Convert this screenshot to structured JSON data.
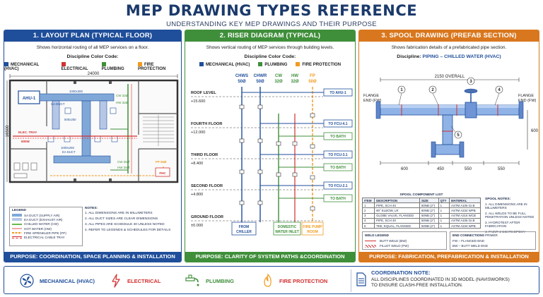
{
  "header": {
    "title": "MEP DRAWING TYPES REFERENCE",
    "subtitle": "UNDERSTANDING KEY MEP DRAWINGS AND THEIR PURPOSE"
  },
  "colors": {
    "mechanical": "#1f4e9a",
    "electrical": "#d32f2f",
    "plumbing": "#3f8f3a",
    "fire": "#f39a1e",
    "supply_duct": "#7fa8d9",
    "exhaust_duct": "#b6c7e6",
    "chilled_water": "#6bb84f",
    "hot_water": "#f3c6c6"
  },
  "layout_plan": {
    "heading": "1. LAYOUT PLAN (TYPICAL FLOOR)",
    "description": "Shows horizontal routing of all MEP services on a floor.",
    "color_code_title": "Discipline Color Code:",
    "color_code": [
      "MECHANICAL (HVAC)",
      "ELECTRICAL",
      "PLUMBING",
      "FIRE PROTECTION"
    ],
    "dim_width": "24000",
    "dim_height": "16500",
    "labels": {
      "ahu": "AHU-1",
      "sa_duct": "SA DUCT",
      "sa_duct_size1": "1000x300",
      "sa_duct_size2": "500x250",
      "sa_duct_size3": "1000x250",
      "ea_duct": "EA DUCT",
      "cw32": "CW 32Ø",
      "hw32": "HW 32Ø",
      "cw25": "CW 25Ø",
      "hw25": "HW 25Ø",
      "elec_tray": "ELEC. TRAY",
      "tray_size": "600W",
      "fp": "FP 25Ø",
      "fhc": "FHC"
    },
    "legend_title": "LEGEND",
    "legend": [
      "SA DUCT (SUPPLY AIR)",
      "EA DUCT (EXHAUST AIR)",
      "CHILLED WATER (CW)",
      "HOT WATER (HW)",
      "FIRE SPRINKLER PIPE (FP)",
      "ELECTRICAL CABLE TRAY"
    ],
    "notes_title": "NOTES:",
    "notes": [
      "1.  ALL DIMENSIONS ARE IN MILLIMETERS",
      "2.  ALL DUCT SIZES ARE CLEAR DIMENSIONS",
      "3.  ALL PIPES ARE SCHEDULE 40 UNLESS NOTED",
      "4.  REFER TO LEGENDS & SCHEDULES FOR DETAILS"
    ],
    "purpose": "PURPOSE: COORDINATION, SPACE PLANNING & INSTALLATION ROUTING"
  },
  "riser": {
    "heading": "2. RISER DIAGRAM (TYPICAL)",
    "description": "Shows vertical routing of MEP services through building levels.",
    "color_code_title": "Discipline Color Code:",
    "color_code": [
      "MECHANICAL (HVAC)",
      "PLUMBING",
      "FIRE PROTECTION"
    ],
    "pipes": [
      {
        "name": "CHWS",
        "size": "50Ø"
      },
      {
        "name": "CHWR",
        "size": "50Ø"
      },
      {
        "name": "CW",
        "size": "32Ø"
      },
      {
        "name": "HW",
        "size": "32Ø"
      },
      {
        "name": "FP",
        "size": "50Ø"
      }
    ],
    "levels": [
      {
        "name": "ROOF LEVEL",
        "elev": "+15.600"
      },
      {
        "name": "FOURTH FLOOR",
        "elev": "+12.000"
      },
      {
        "name": "THIRD FLOOR",
        "elev": "+8.400"
      },
      {
        "name": "SECOND FLOOR",
        "elev": "+4.800"
      },
      {
        "name": "GROUND FLOOR",
        "elev": "±0.000"
      }
    ],
    "targets": [
      "TO AHU-1",
      "TO FCU-4.1",
      "TO BATH",
      "TO FCU-3.1",
      "TO BATH",
      "TO FCU-2.1",
      "TO BATH"
    ],
    "sources": [
      {
        "line1": "FROM",
        "line2": "CHILLER"
      },
      {
        "line1": "DOMESTIC",
        "line2": "WATER INLET"
      },
      {
        "line1": "FIRE PUMP",
        "line2": "ROOM"
      }
    ],
    "purpose": "PURPOSE: CLARITY OF SYSTEM PATHS &COORDINATION ACROSS LEVELS"
  },
  "spool": {
    "heading": "3. SPOOL DRAWING (PREFAB SECTION)",
    "description": "Shows fabrication details of a prefabricated pipe section.",
    "discipline_label": "Discipline:",
    "discipline_value": "PIPING – CHILLED WATER (HVAC)",
    "overall": "2150 OVERALL",
    "flange_left": [
      "FLANGE",
      "END (FW)"
    ],
    "flange_right": [
      "FLANGE",
      "END (FW)"
    ],
    "dims": [
      "600",
      "450",
      "550",
      "550"
    ],
    "rise": "600",
    "callouts": [
      "1",
      "2",
      "3",
      "4",
      "5"
    ],
    "table_title": "SPOOL COMPONENT LIST",
    "table_headers": [
      "ITEM",
      "DESCRIPTION",
      "SIZE",
      "QTY",
      "MATERIAL"
    ],
    "table_rows": [
      [
        "1",
        "PIPE, SCH 40",
        "50NB (2\")",
        "1",
        "ASTM A106 Gr.B"
      ],
      [
        "2",
        "90° ELBOW, LR",
        "50NB (2\")",
        "1",
        "ASTM A234 WPB"
      ],
      [
        "3",
        "GLOBE VALVE, FLANGED",
        "50NB (2\")",
        "1",
        "ASTM A216 WCB"
      ],
      [
        "4",
        "PIPE, SCH 40",
        "50NB (2\")",
        "1",
        "ASTM A106 Gr.B"
      ],
      [
        "5",
        "TEE, EQUAL, FLANGED",
        "50NB (2\")",
        "1",
        "ASTM A234 WPB"
      ]
    ],
    "notes_title": "SPOOL NOTES:",
    "notes": [
      "1.  ALL DIMENSIONS ARE IN MILLIMETERS",
      "2.  ALL WELDS TO BE FULL PENETRATION UNLESS NOTED",
      "3.  HYDROTEST AFTER FABRICATION",
      "4.  PAINT: 2 COATS EPOXY PRIMER"
    ],
    "weld_title": "WELD LEGEND",
    "weld_items": [
      "BUTT WELD (BW)",
      "FILLET WELD (FW)"
    ],
    "end_title": "END CONNECTIONS",
    "end_items": [
      "FW – FLANGED END",
      "BW – BUTT WELD END"
    ],
    "purpose": "PURPOSE: FABRICATION, PREFABRICATION & INSTALLATION"
  },
  "footer": {
    "items": [
      "MECHANICAL (HVAC)",
      "ELECTRICAL",
      "PLUMBING",
      "FIRE PROTECTION"
    ],
    "coord_title": "COORDINATION NOTE:",
    "coord_line1": "ALL DISCIPLINES COORDINATED IN 3D MODEL (NAVISWORKS)",
    "coord_line2": "TO ENSURE CLASH-FREE INSTALLATION."
  }
}
